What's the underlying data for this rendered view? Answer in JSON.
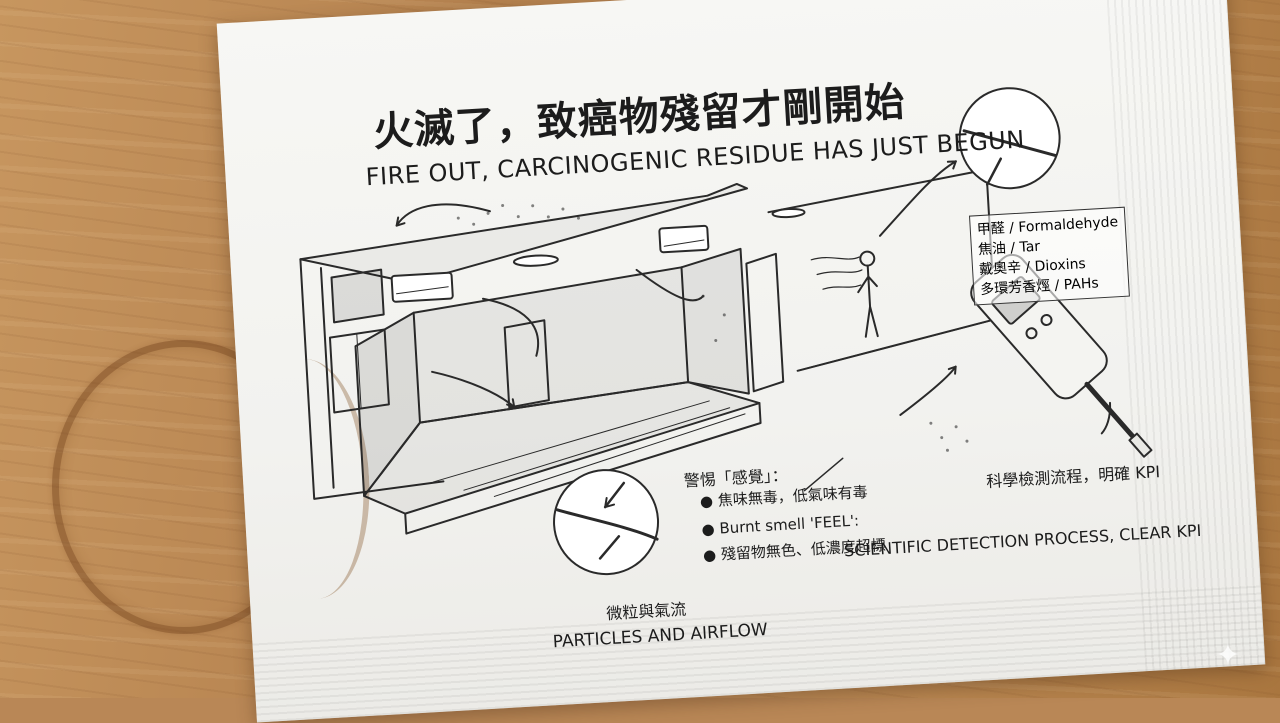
{
  "title": {
    "zh": "火滅了，致癌物殘留才剛開始",
    "en": "FIRE OUT, CARCINOGENIC RESIDUE HAS JUST BEGUN"
  },
  "chemicals": [
    "甲醛 / Formaldehyde",
    "焦油 / Tar",
    "戴奧辛 / Dioxins",
    "多環芳香烴 / PAHs"
  ],
  "feel": {
    "heading": "警惕「感覺」：",
    "line1": "● 焦味無毒，低氣味有毒",
    "line2": "● Burnt smell 'FEEL':",
    "line3": "● 殘留物無色、低濃度超標"
  },
  "particles": {
    "zh": "微粒與氣流",
    "en": "PARTICLES AND AIRFLOW"
  },
  "science": {
    "zh": "科學檢測流程，明確 KPI",
    "en": "SCIENTIFIC DETECTION PROCESS, CLEAR KPI"
  },
  "icons": [
    "air-conditioner-icon",
    "person-icon",
    "detector-device-icon",
    "magnifier-circle-icon",
    "sparkle-icon"
  ]
}
